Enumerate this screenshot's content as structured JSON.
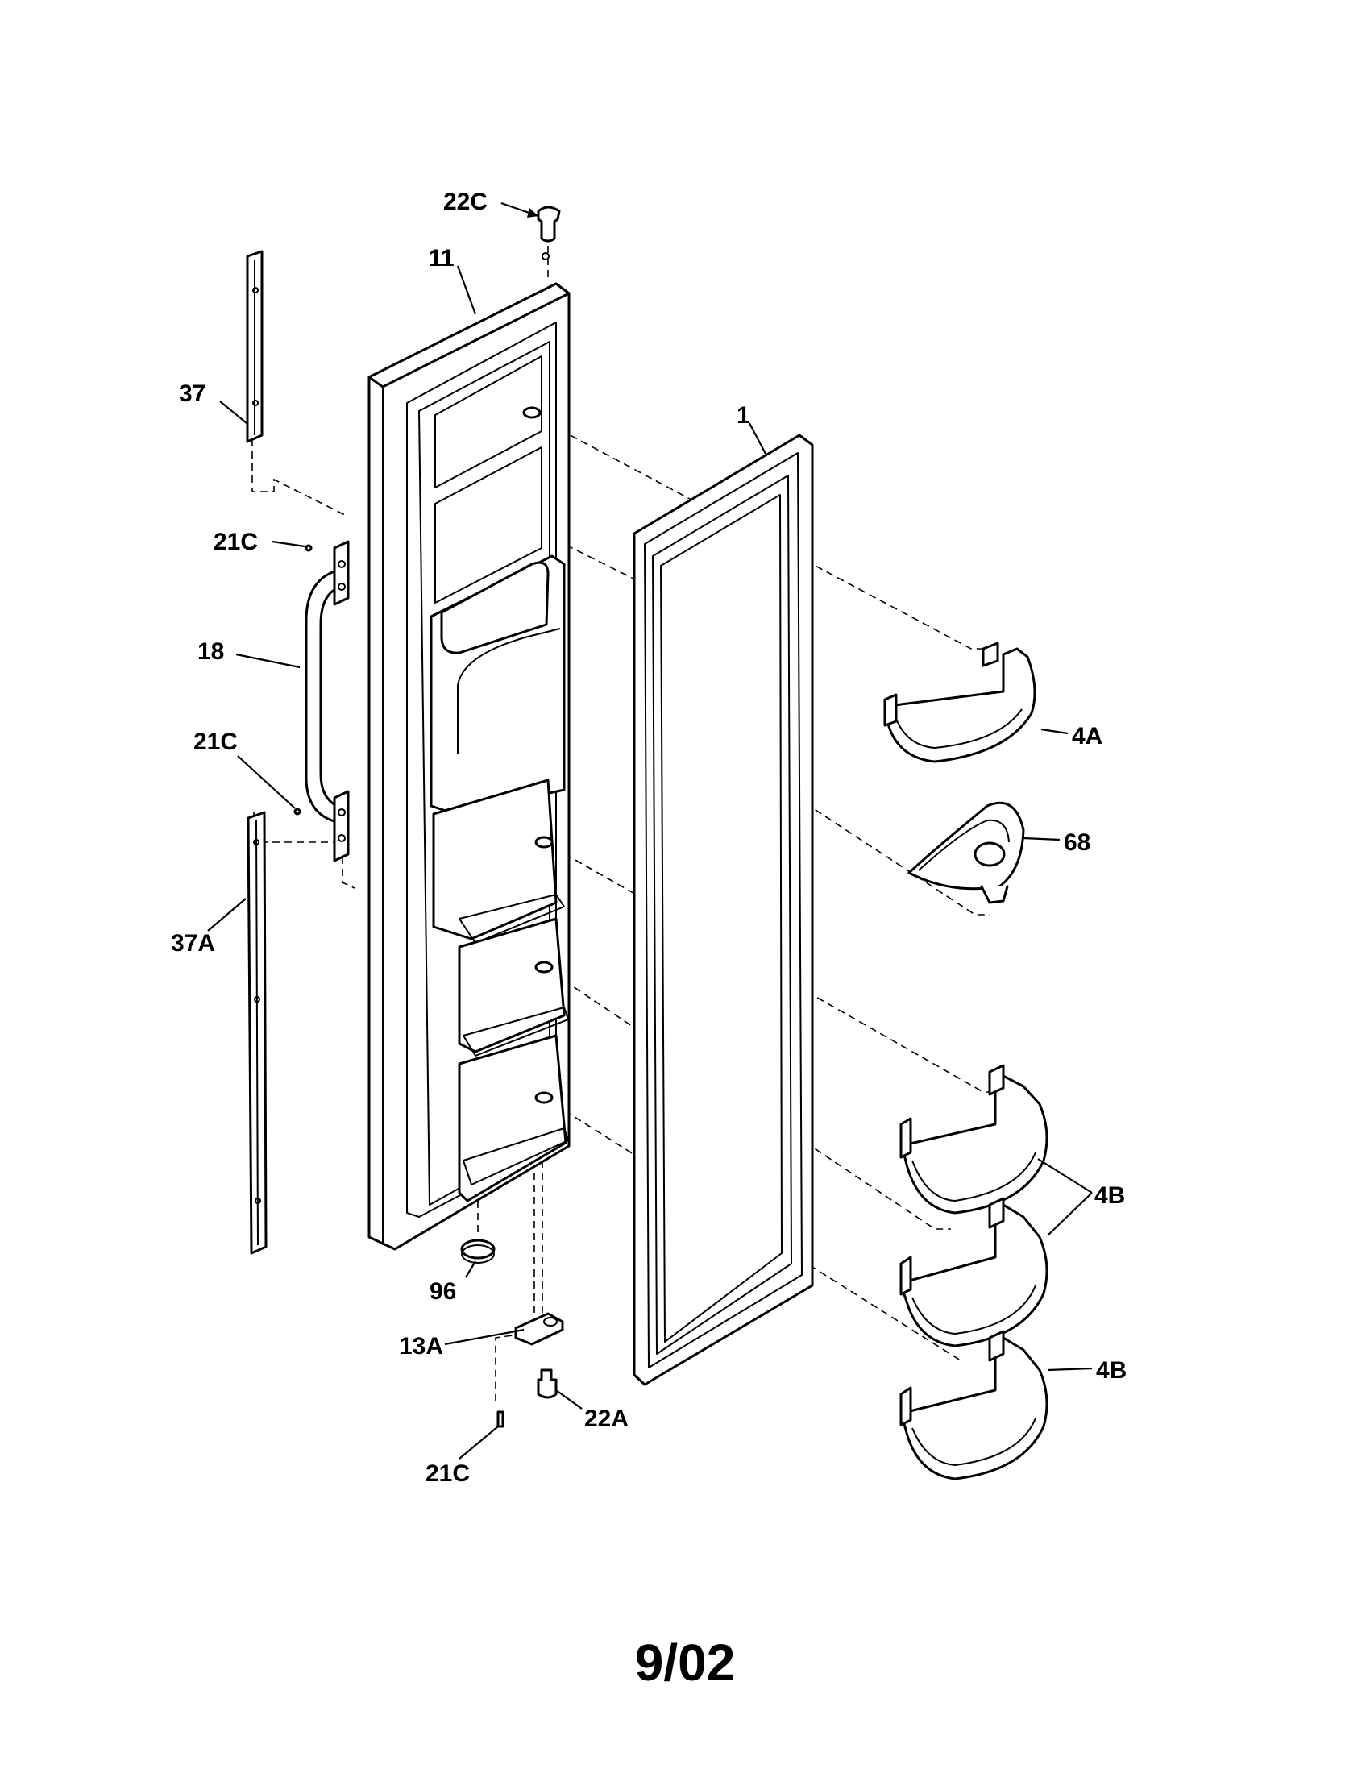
{
  "labels": {
    "p22c": "22C",
    "p11": "11",
    "p37": "37",
    "p1": "1",
    "p21c_a": "21C",
    "p18": "18",
    "p21c_b": "21C",
    "p4a": "4A",
    "p68": "68",
    "p37a": "37A",
    "p4b_a": "4B",
    "p96": "96",
    "p13a": "13A",
    "p22a": "22A",
    "p4b_b": "4B",
    "p21c_c": "21C"
  },
  "footer": {
    "date": "9/02"
  }
}
